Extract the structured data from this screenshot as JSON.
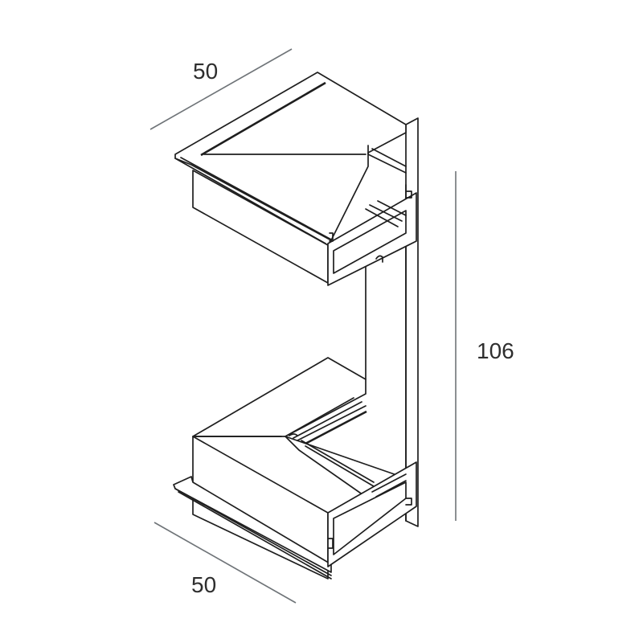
{
  "drawing": {
    "type": "isometric technical drawing",
    "subject": "aluminium profile inner/outer corner connector",
    "line_color": "#1e1e1e",
    "dimension_color": "#6f7478",
    "background": "#ffffff"
  },
  "dimensions": {
    "top_width": {
      "label": "50"
    },
    "bottom_width": {
      "label": "50"
    },
    "height": {
      "label": "106"
    }
  }
}
